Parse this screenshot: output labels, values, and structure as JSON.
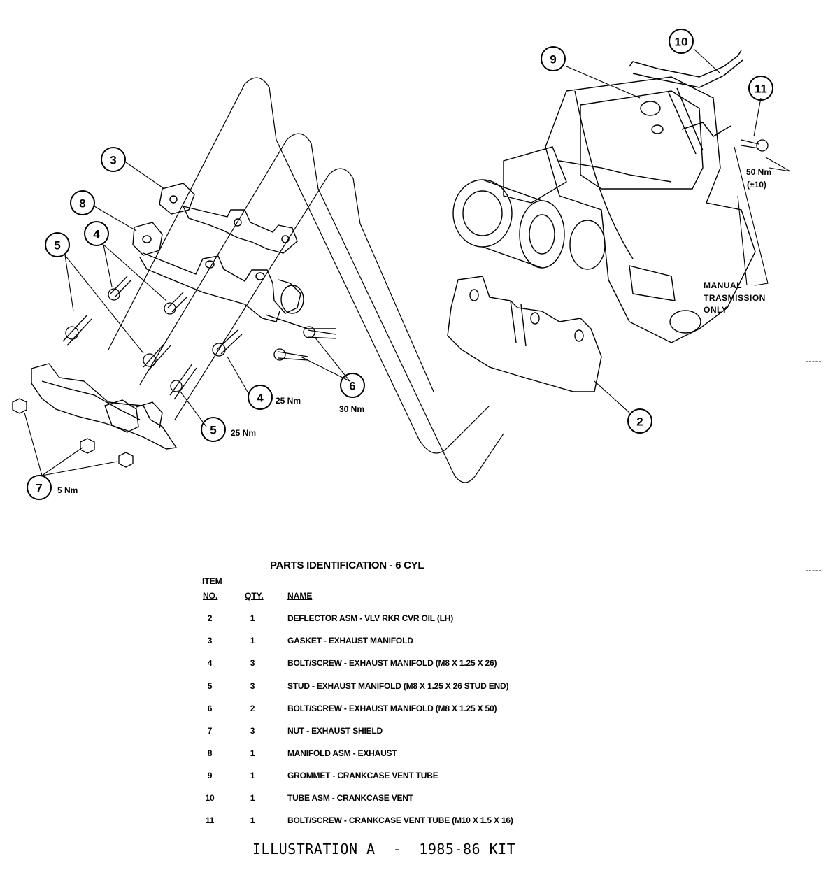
{
  "callouts": {
    "c2": "2",
    "c3": "3",
    "c4a": "4",
    "c4b": "4",
    "c5a": "5",
    "c5b": "5",
    "c6": "6",
    "c7": "7",
    "c8": "8",
    "c9": "9",
    "c10": "10",
    "c11": "11"
  },
  "torques": {
    "t4": "25 Nm",
    "t5": "25 Nm",
    "t6": "30 Nm",
    "t7": "5 Nm",
    "t11_value": "50 Nm",
    "t11_tolerance": "(±10)"
  },
  "note": {
    "line1": "MANUAL",
    "line2": "TRASMISSION",
    "line3": "ONLY"
  },
  "parts_table": {
    "title": "PARTS IDENTIFICATION - 6 CYL",
    "headers": {
      "item_top": "ITEM",
      "item_bottom": "NO.",
      "qty": "QTY.",
      "name": "NAME"
    },
    "rows": [
      {
        "item": "2",
        "qty": "1",
        "name": "DEFLECTOR ASM - VLV RKR CVR OIL (LH)"
      },
      {
        "item": "3",
        "qty": "1",
        "name": "GASKET - EXHAUST MANIFOLD"
      },
      {
        "item": "4",
        "qty": "3",
        "name": "BOLT/SCREW - EXHAUST MANIFOLD (M8 X 1.25 X 26)"
      },
      {
        "item": "5",
        "qty": "3",
        "name": "STUD -  EXHAUST MANIFOLD (M8 X 1.25 X 26 STUD END)"
      },
      {
        "item": "6",
        "qty": "2",
        "name": "BOLT/SCREW - EXHAUST MANIFOLD (M8 X 1.25 X 50)"
      },
      {
        "item": "7",
        "qty": "3",
        "name": "NUT - EXHAUST SHIELD"
      },
      {
        "item": "8",
        "qty": "1",
        "name": "MANIFOLD ASM - EXHAUST"
      },
      {
        "item": "9",
        "qty": "1",
        "name": "GROMMET - CRANKCASE VENT TUBE"
      },
      {
        "item": "10",
        "qty": "1",
        "name": "TUBE ASM - CRANKCASE VENT"
      },
      {
        "item": "11",
        "qty": "1",
        "name": "BOLT/SCREW - CRANKCASE VENT TUBE (M10 X 1.5 X 16)"
      }
    ]
  },
  "caption": "ILLUSTRATION A  -  1985-86 KIT"
}
